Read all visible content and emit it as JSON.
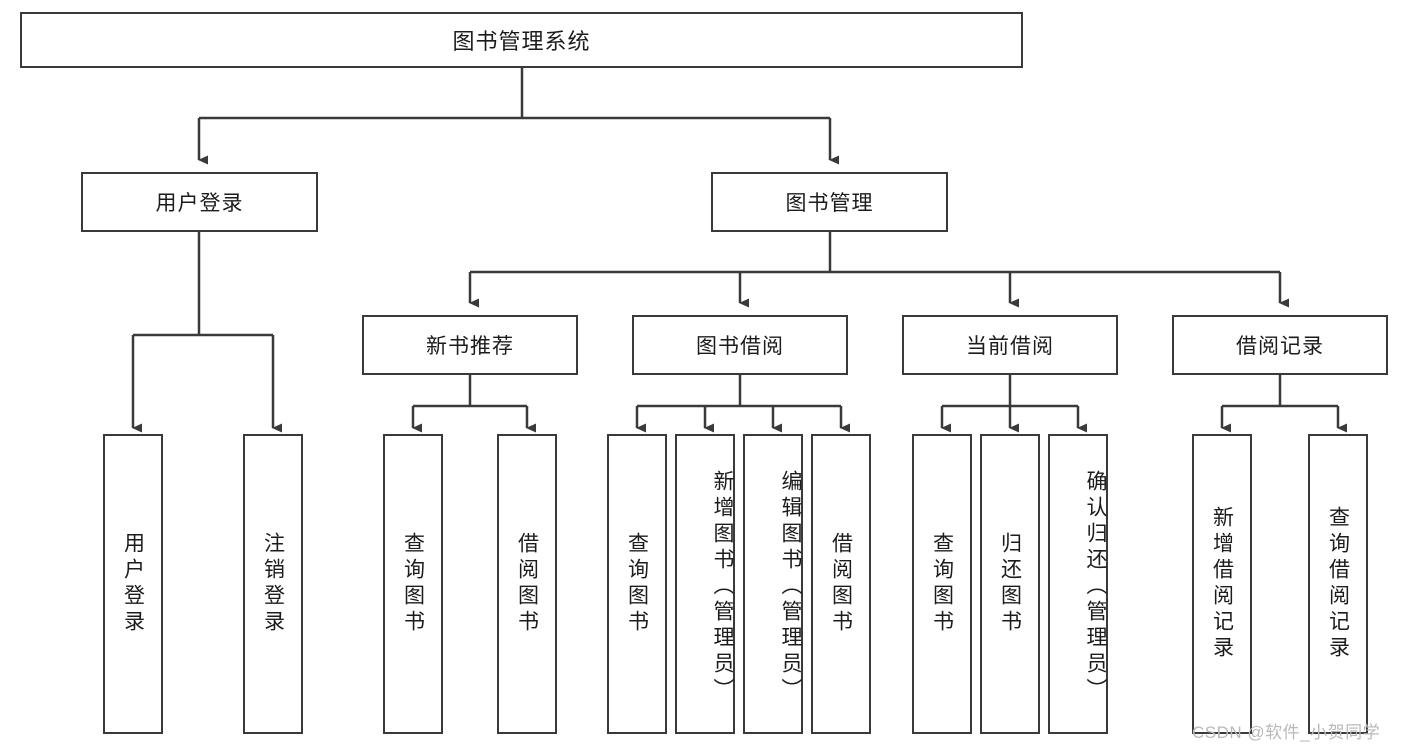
{
  "diagram": {
    "type": "hierarchy-tree",
    "root": {
      "label": "图书管理系统"
    },
    "level2": [
      {
        "label": "用户登录"
      },
      {
        "label": "图书管理"
      }
    ],
    "level3": [
      {
        "label": "新书推荐"
      },
      {
        "label": "图书借阅"
      },
      {
        "label": "当前借阅"
      },
      {
        "label": "借阅记录"
      }
    ],
    "leaves": {
      "user_login": [
        {
          "label": "用户登录"
        },
        {
          "label": "注销登录"
        }
      ],
      "new_book_recommend": [
        {
          "label": "查询图书"
        },
        {
          "label": "借阅图书"
        }
      ],
      "book_borrow": [
        {
          "label": "查询图书"
        },
        {
          "label": "新增图书（管理员）"
        },
        {
          "label": "编辑图书（管理员）"
        },
        {
          "label": "借阅图书"
        }
      ],
      "current_borrow": [
        {
          "label": "查询图书"
        },
        {
          "label": "归还图书"
        },
        {
          "label": "确认归还（管理员）"
        }
      ],
      "borrow_record": [
        {
          "label": "新增借阅记录"
        },
        {
          "label": "查询借阅记录"
        }
      ]
    }
  },
  "watermark": {
    "text": "CSDN @软件_小贺同学"
  },
  "colors": {
    "stroke": "#3a3a3a",
    "fill": "#ffffff",
    "text": "#1c1c1c",
    "watermark": "#b9b9b9"
  }
}
